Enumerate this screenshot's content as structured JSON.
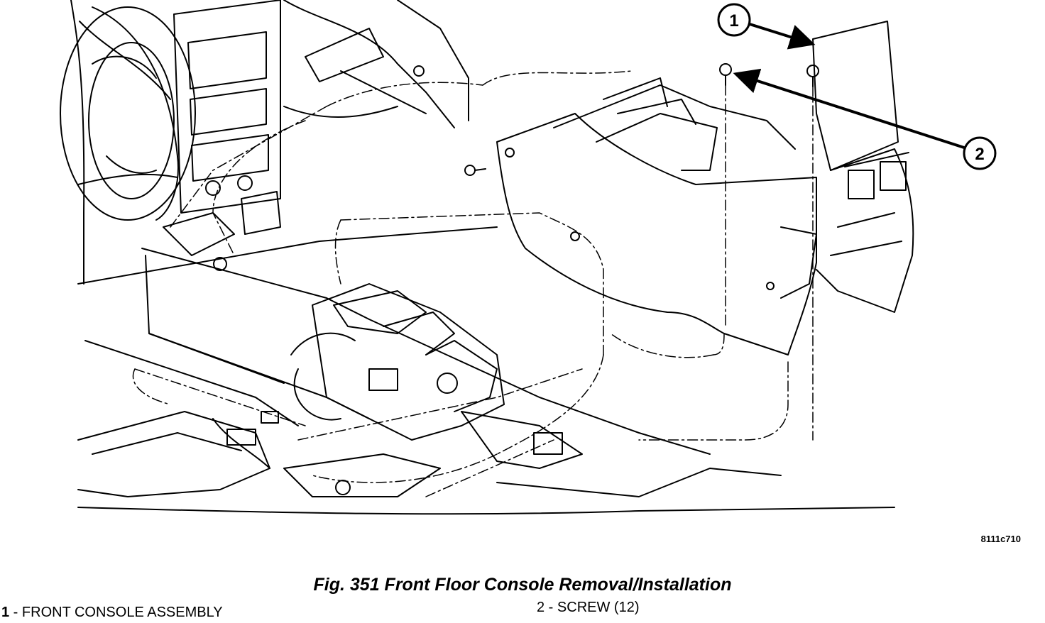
{
  "diagram": {
    "callouts": [
      {
        "number": "1",
        "part": "FRONT CONSOLE ASSEMBLY"
      },
      {
        "number": "2",
        "part": "SCREW (12)"
      }
    ],
    "figure_code": "8111c710"
  },
  "caption": {
    "text": "Fig. 351 Front Floor Console Removal/Installation"
  },
  "legend": {
    "item1": {
      "number": "1",
      "separator": " - ",
      "label": "FRONT CONSOLE ASSEMBLY"
    },
    "item2": {
      "number": "2",
      "separator": " - ",
      "label": "SCREW (12)"
    }
  }
}
